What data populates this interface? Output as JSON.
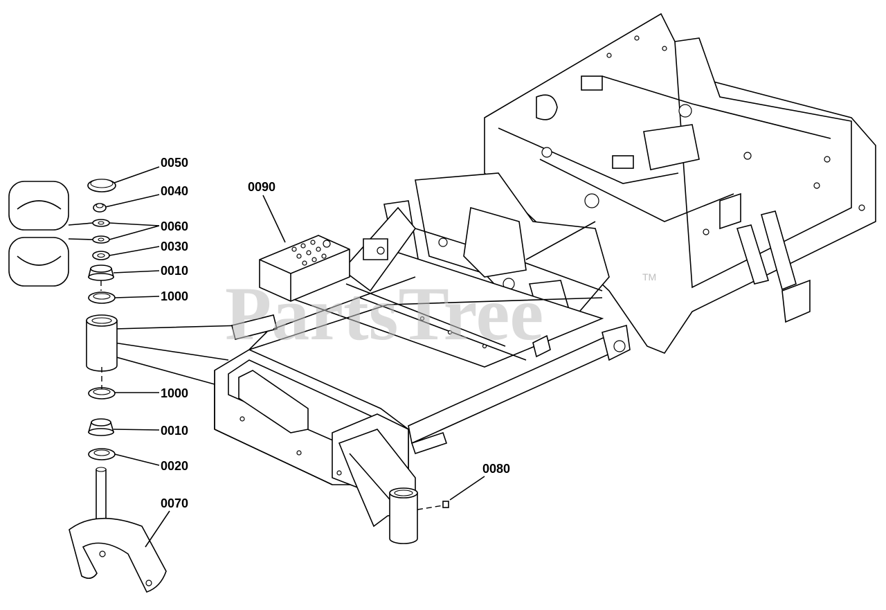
{
  "diagram": {
    "watermark": "PartsTree",
    "watermark_mark": "TM",
    "callouts": {
      "c0050": "0050",
      "c0040": "0040",
      "c0060": "0060",
      "c0030": "0030",
      "c0010a": "0010",
      "c1000a": "1000",
      "c1000b": "1000",
      "c0010b": "0010",
      "c0020": "0020",
      "c0070": "0070",
      "c0090": "0090",
      "c0080": "0080"
    }
  }
}
